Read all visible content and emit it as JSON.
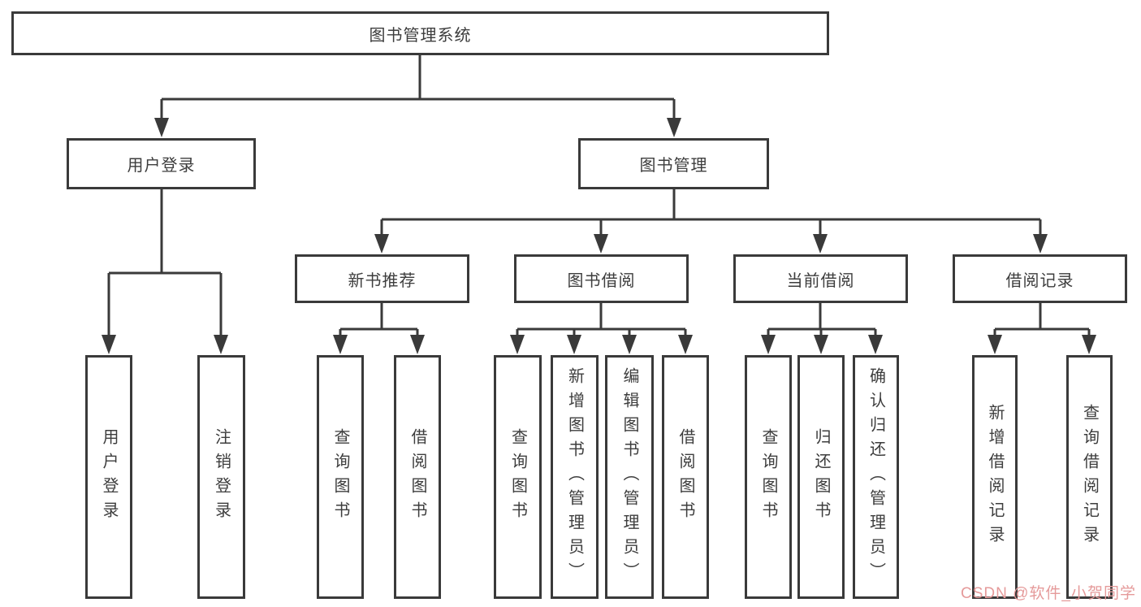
{
  "colors": {
    "line": "#3a3a3a",
    "text": "#3d3d3d",
    "box_background": "#ffffff",
    "watermark": "#e59a9a"
  },
  "tree": {
    "root": {
      "id": "library-system",
      "label": "图书管理系统"
    },
    "level1": [
      {
        "id": "user-login",
        "label": "用户登录",
        "parent": "library-system"
      },
      {
        "id": "book-management",
        "label": "图书管理",
        "parent": "library-system"
      }
    ],
    "level2": [
      {
        "id": "new-book-recommendation",
        "label": "新书推荐",
        "parent": "book-management"
      },
      {
        "id": "book-borrowing",
        "label": "图书借阅",
        "parent": "book-management"
      },
      {
        "id": "current-borrowing",
        "label": "当前借阅",
        "parent": "book-management"
      },
      {
        "id": "borrowing-records",
        "label": "借阅记录",
        "parent": "book-management"
      }
    ],
    "leaves": [
      {
        "id": "user-login-action",
        "label": "用户登录",
        "parent": "user-login"
      },
      {
        "id": "logout-action",
        "label": "注销登录",
        "parent": "user-login"
      },
      {
        "id": "query-books-recommend",
        "label": "查询图书",
        "parent": "new-book-recommendation"
      },
      {
        "id": "borrow-books-recommend",
        "label": "借阅图书",
        "parent": "new-book-recommendation"
      },
      {
        "id": "query-books-borrowing",
        "label": "查询图书",
        "parent": "book-borrowing"
      },
      {
        "id": "add-books-admin",
        "label": "新增图书（管理员）",
        "parent": "book-borrowing"
      },
      {
        "id": "edit-books-admin",
        "label": "编辑图书（管理员）",
        "parent": "book-borrowing"
      },
      {
        "id": "borrow-books-borrowing",
        "label": "借阅图书",
        "parent": "book-borrowing"
      },
      {
        "id": "query-books-current",
        "label": "查询图书",
        "parent": "current-borrowing"
      },
      {
        "id": "return-books",
        "label": "归还图书",
        "parent": "current-borrowing"
      },
      {
        "id": "confirm-return-admin",
        "label": "确认归还（管理员）",
        "parent": "current-borrowing"
      },
      {
        "id": "add-borrowing-record",
        "label": "新增借阅记录",
        "parent": "borrowing-records"
      },
      {
        "id": "query-borrowing-record",
        "label": "查询借阅记录",
        "parent": "borrowing-records"
      }
    ]
  },
  "watermark": {
    "text": "CSDN @软件_小贺同学"
  }
}
